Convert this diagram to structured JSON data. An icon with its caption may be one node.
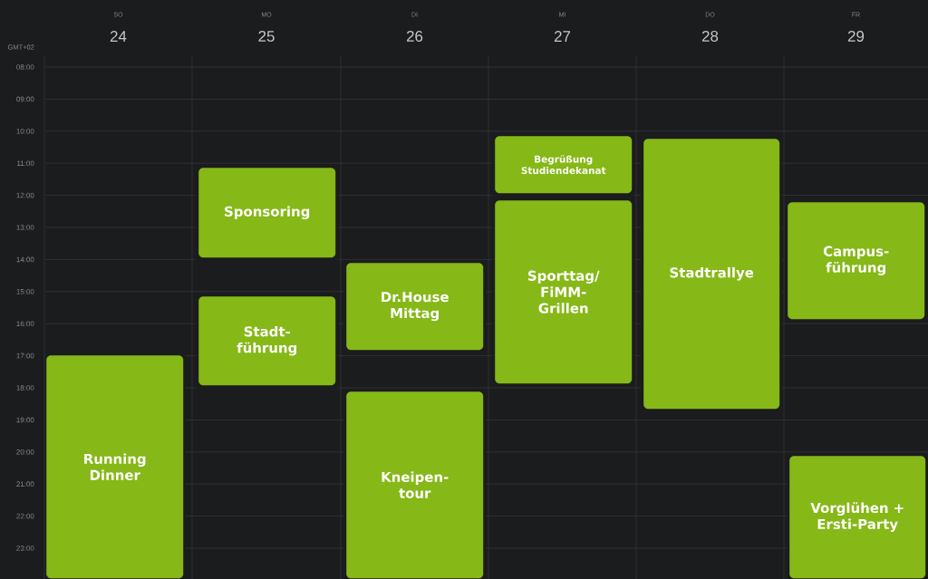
{
  "diagram": {
    "nodes": [
      {
        "text": [
          "Running Dinner"
        ]
      },
      {
        "text": [
          "Sponsoring"
        ]
      },
      {
        "text": [
          "Stadt- führung"
        ]
      },
      {
        "text": [
          "Dr.House Mittag"
        ]
      },
      {
        "text": [
          "Kneipen- tour"
        ]
      },
      {
        "text": [
          "Begrüßung Studiendekanat"
        ]
      },
      {
        "text": [
          "Sporttag/ FiMM- Grillen"
        ]
      },
      {
        "text": [
          "Stadtrallye"
        ]
      },
      {
        "text": [
          "Campus- führung"
        ]
      },
      {
        "text": [
          "Vorglühen + Ersti-Party"
        ]
      }
    ],
    "labels": [
      "SO",
      "MO",
      "DI",
      "MI",
      "DO",
      "FR",
      "24",
      "25",
      "26",
      "27",
      "28",
      "29",
      "GMT+02",
      "08:00",
      "09:00",
      "10:00",
      "11:00",
      "12:00",
      "13:00",
      "14:00",
      "15:00",
      "16:00",
      "17:00",
      "18:00",
      "19:00",
      "20:00",
      "21:00",
      "22:00",
      "23:00"
    ]
  }
}
